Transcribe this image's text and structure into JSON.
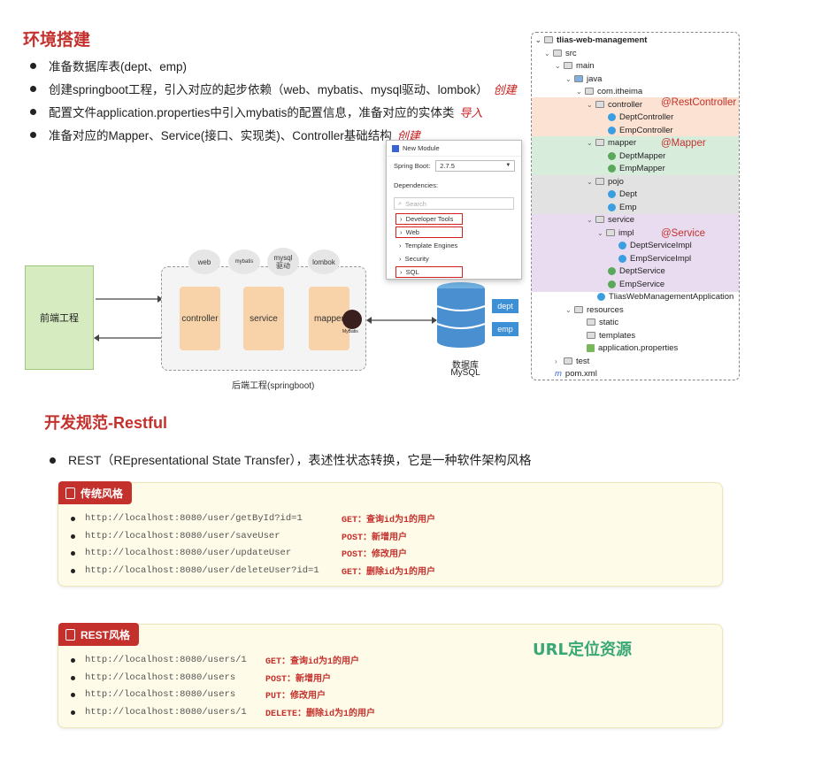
{
  "slide1": {
    "title": "环境搭建",
    "bullets": [
      {
        "text": "准备数据库表(dept、emp)",
        "note": ""
      },
      {
        "text": "创建springboot工程，引入对应的起步依赖（web、mybatis、mysql驱动、lombok）",
        "note": "创建"
      },
      {
        "text": "配置文件application.properties中引入mybatis的配置信息，准备对应的实体类",
        "note": "导入"
      },
      {
        "text": "准备对应的Mapper、Service(接口、实现类)、Controller基础结构",
        "note": "创建"
      }
    ],
    "diagram": {
      "frontend": "前端工程",
      "deps": [
        "web",
        "mybatis",
        "mysql\n驱动",
        "lombok"
      ],
      "layers": [
        "controller",
        "service",
        "mapper"
      ],
      "mybatis_logo": "MyBatis",
      "backend_caption": "后端工程(springboot)",
      "db_label": "数据库",
      "db_name": "MySQL",
      "tables": [
        "dept",
        "emp"
      ]
    },
    "dialog": {
      "title": "New Module",
      "spring_boot_label": "Spring Boot:",
      "spring_boot_value": "2.7.5",
      "dependencies_label": "Dependencies:",
      "search_placeholder": "Search",
      "items": [
        "Developer Tools",
        "Web",
        "Template Engines",
        "Security",
        "SQL"
      ]
    },
    "tree": {
      "root": "tlias-web-management",
      "src": "src",
      "main": "main",
      "java": "java",
      "pkg": "com.itheima",
      "controller": "controller",
      "dept_controller": "DeptController",
      "emp_controller": "EmpController",
      "mapper": "mapper",
      "dept_mapper": "DeptMapper",
      "emp_mapper": "EmpMapper",
      "pojo": "pojo",
      "dept": "Dept",
      "emp": "Emp",
      "service": "service",
      "impl": "impl",
      "dept_service_impl": "DeptServiceImpl",
      "emp_service_impl": "EmpServiceImpl",
      "dept_service": "DeptService",
      "emp_service": "EmpService",
      "app": "TliasWebManagementApplication",
      "resources": "resources",
      "static": "static",
      "templates": "templates",
      "props": "application.properties",
      "test": "test",
      "pom": "pom.xml",
      "ann_controller": "@RestController",
      "ann_mapper": "@Mapper",
      "ann_service": "@Service"
    }
  },
  "slide2": {
    "title": "开发规范-Restful",
    "bullet": "REST（REpresentational State Transfer），表述性状态转换，它是一种软件架构风格",
    "traditional": {
      "tag": "传统风格",
      "rows": [
        {
          "url": "http://localhost:8080/user/getById?id=1",
          "action": "GET：查询id为1的用户"
        },
        {
          "url": "http://localhost:8080/user/saveUser",
          "action": "POST：新增用户"
        },
        {
          "url": "http://localhost:8080/user/updateUser",
          "action": "POST：修改用户"
        },
        {
          "url": "http://localhost:8080/user/deleteUser?id=1",
          "action": "GET：删除id为1的用户"
        }
      ]
    },
    "rest": {
      "tag": "REST风格",
      "note": "URL定位资源",
      "rows": [
        {
          "url": "http://localhost:8080/users/1",
          "action": "GET：查询id为1的用户"
        },
        {
          "url": "http://localhost:8080/users",
          "action": "POST：新增用户"
        },
        {
          "url": "http://localhost:8080/users",
          "action": "PUT：修改用户"
        },
        {
          "url": "http://localhost:8080/users/1",
          "action": "DELETE：删除id为1的用户"
        }
      ]
    }
  }
}
